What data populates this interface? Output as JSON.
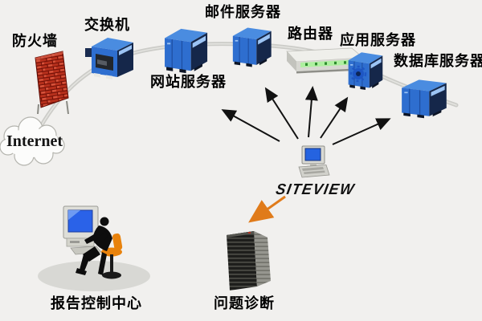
{
  "labels": {
    "internet": "Internet",
    "firewall": "防火墙",
    "switch": "交换机",
    "web_server": "网站服务器",
    "mail_server": "邮件服务器",
    "router": "路由器",
    "app_server": "应用服务器",
    "db_server": "数据库服务器",
    "siteview": "SITEVIEW",
    "report_center": "报告控制中心",
    "diagnosis": "问题诊断"
  },
  "topology": {
    "backbone_chain": [
      "Internet",
      "防火墙",
      "交换机",
      "网站服务器",
      "邮件服务器",
      "路由器",
      "应用服务器",
      "数据库服务器"
    ],
    "monitor_station": "SITEVIEW",
    "monitor_arrow_targets": [
      "网站服务器",
      "邮件服务器",
      "路由器",
      "应用服务器",
      "数据库服务器"
    ],
    "diagnosis_arrow": {
      "from": "SITEVIEW",
      "to": "问题诊断"
    }
  },
  "icons": {
    "internet": "cloud-icon",
    "firewall": "brick-wall-icon",
    "switch": "switch-device-icon",
    "servers": "blue-server-cube-icon",
    "router": "flat-router-icon",
    "siteview": "desktop-computer-icon",
    "report_center": "operator-at-workstation-icon",
    "diagnosis": "server-tower-icon"
  },
  "colors": {
    "background": "#f1f0ee",
    "backbone_line": "#ccccc8",
    "server_front_blue": "#2e6ecf",
    "server_top_blue": "#4a8ce0",
    "server_side_navy": "#15274a",
    "firewall_red": "#b02015",
    "router_green_strip": "#aef0a0",
    "screen_blue": "#2563e0",
    "chair_orange": "#e8820c",
    "diagnosis_arrow_orange": "#e07b1a",
    "monitor_arrow_black": "#111111"
  }
}
